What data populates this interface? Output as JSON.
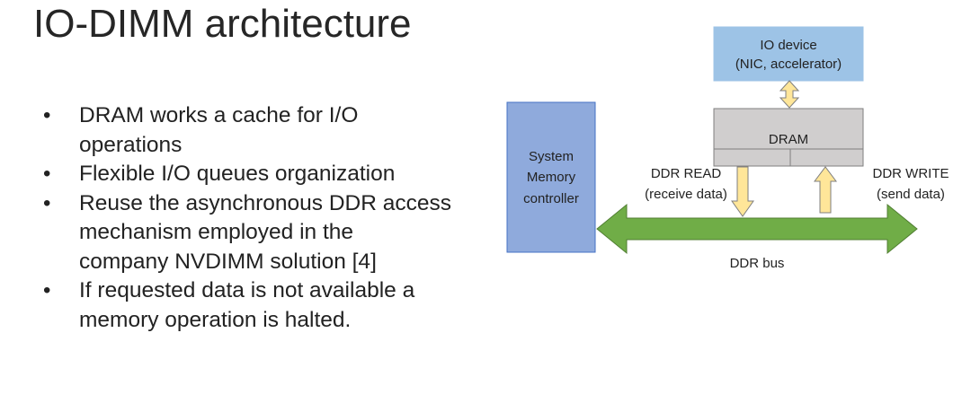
{
  "title": "IO-DIMM architecture",
  "bullets": [
    {
      "lines": [
        "DRAM works a cache for I/O",
        "operations"
      ]
    },
    {
      "lines": [
        "Flexible I/O queues organization"
      ]
    },
    {
      "lines": [
        "Reuse the asynchronous DDR access",
        "mechanism employed in the",
        "company NVDIMM solution [4]"
      ]
    },
    {
      "lines": [
        "If requested data is not available a",
        "memory operation is halted."
      ]
    }
  ],
  "bullet_symbol": "•",
  "diagram": {
    "io_device": {
      "line1": "IO device",
      "line2": "(NIC, accelerator)"
    },
    "dram_label": "DRAM",
    "memory_controller": {
      "line1": "System",
      "line2": "Memory",
      "line3": "controller"
    },
    "ddr_read": {
      "line1": "DDR READ",
      "line2": "(receive data)"
    },
    "ddr_write": {
      "line1": "DDR WRITE",
      "line2": "(send data)"
    },
    "bus_label": "DDR bus",
    "colors": {
      "io_device_fill": "#9dc3e6",
      "memory_controller_fill": "#8faadc",
      "dram_fill": "#d0cece",
      "arrow_fill": "#ffe699",
      "bus_fill": "#70ad47"
    }
  }
}
